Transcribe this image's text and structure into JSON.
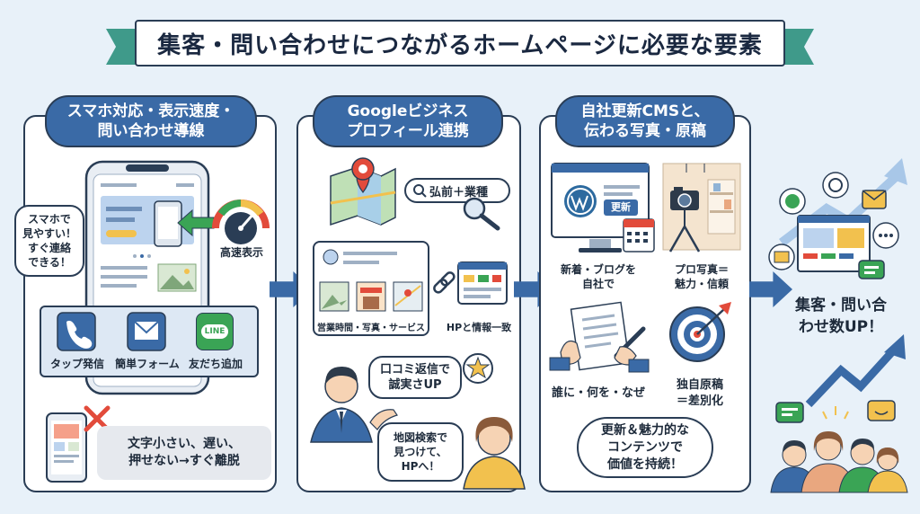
{
  "title": "集客・問い合わせにつながるホームページに必要な要素",
  "section1": {
    "heading": [
      "スマホ対応・表示速度・",
      "問い合わせ導線"
    ],
    "bubble": [
      "スマホで",
      "見やすい！",
      "すぐ連絡",
      "できる！"
    ],
    "speed_label": "高速表示",
    "contact_buttons": [
      "タップ発信",
      "簡単フォーム",
      "友だち追加"
    ],
    "line_badge": "LINE",
    "bad_note": [
      "文字小さい、遅い、",
      "押せない→すぐ離脱"
    ]
  },
  "section2": {
    "heading": [
      "Googleビジネス",
      "プロフィール連携"
    ],
    "search_text": "弘前＋業種",
    "profile_label": "営業時間・写真・サービス",
    "hp_label": "HPと情報一致",
    "review_bubble": [
      "口コミ返信で",
      "誠実さUP"
    ],
    "map_bubble": [
      "地図検索で",
      "見つけて、",
      "HPへ！"
    ]
  },
  "section3": {
    "heading": [
      "自社更新CMSと、",
      "伝わる写真・原稿"
    ],
    "update_button": "更新",
    "cms_label": [
      "新着・ブログを",
      "自社で"
    ],
    "photo_label": [
      "プロ写真＝",
      "魅力・信頼"
    ],
    "writing_label": "誰に・何を・なぜ",
    "original_label": [
      "独自原稿",
      "＝差別化"
    ],
    "value_bubble": [
      "更新＆魅力的な",
      "コンテンツで",
      "価値を持続！"
    ]
  },
  "result": [
    "集客・問い合",
    "わせ数UP！"
  ]
}
